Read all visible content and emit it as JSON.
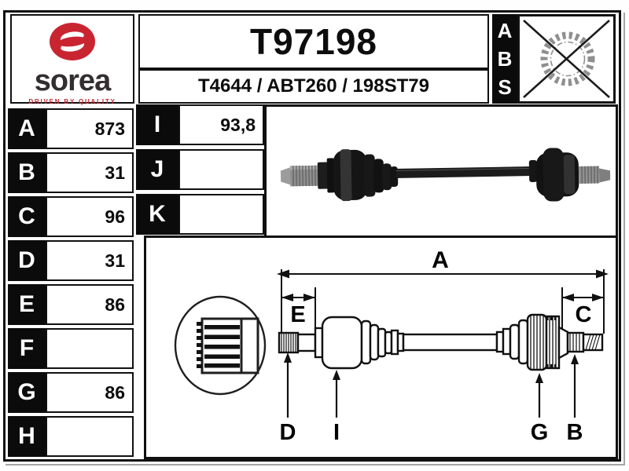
{
  "colors": {
    "brand_red": "#c92531",
    "ink": "#0d0d0d",
    "table_black": "#0b0b0b"
  },
  "brand": {
    "name": "sorea",
    "tagline": "DRIVEN BY QUALITY",
    "logo_icon": "sorea-s-oval-icon"
  },
  "header": {
    "part_number": "T97198",
    "reference": "T4644 / ABT260 / 198ST79"
  },
  "abs_indicator": {
    "letters": [
      "A",
      "B",
      "S"
    ],
    "icon": "crossed-out-abs-ring-icon"
  },
  "spec_table": {
    "left_rows": [
      {
        "label": "A",
        "value": "873"
      },
      {
        "label": "B",
        "value": "31"
      },
      {
        "label": "C",
        "value": "96"
      },
      {
        "label": "D",
        "value": "31"
      },
      {
        "label": "E",
        "value": "86"
      },
      {
        "label": "F",
        "value": ""
      },
      {
        "label": "G",
        "value": "86"
      },
      {
        "label": "H",
        "value": ""
      }
    ],
    "right_rows": [
      {
        "label": "I",
        "value": "93,8"
      },
      {
        "label": "J",
        "value": ""
      },
      {
        "label": "K",
        "value": ""
      }
    ]
  },
  "diagram": {
    "labels": {
      "a": "A",
      "e": "E",
      "c": "C",
      "d": "D",
      "i": "I",
      "g": "G",
      "b": "B"
    }
  }
}
